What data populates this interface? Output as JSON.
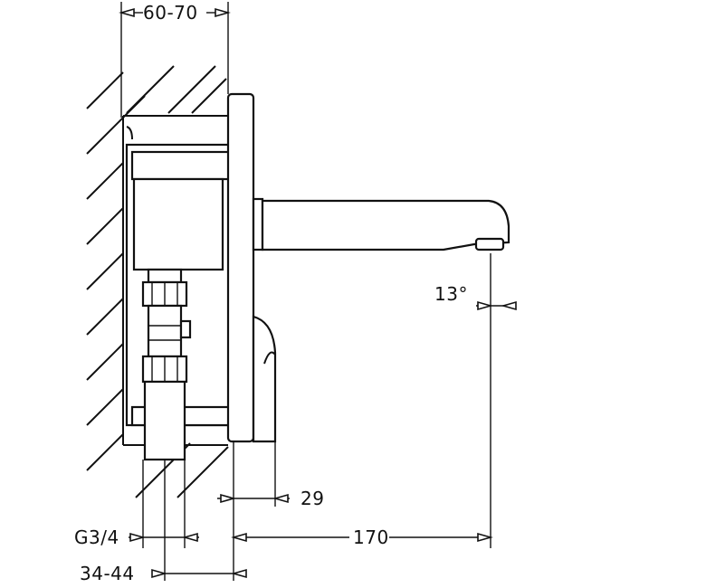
{
  "dimensions": {
    "wall_depth": "60-70",
    "angle": "13°",
    "plate_offset": "29",
    "thread": "G3/4",
    "spout_reach": "170",
    "connection_depth": "34-44"
  },
  "components": [
    "wall",
    "mounting-box",
    "cover-plate",
    "spout",
    "sensor",
    "pipe-fittings"
  ]
}
